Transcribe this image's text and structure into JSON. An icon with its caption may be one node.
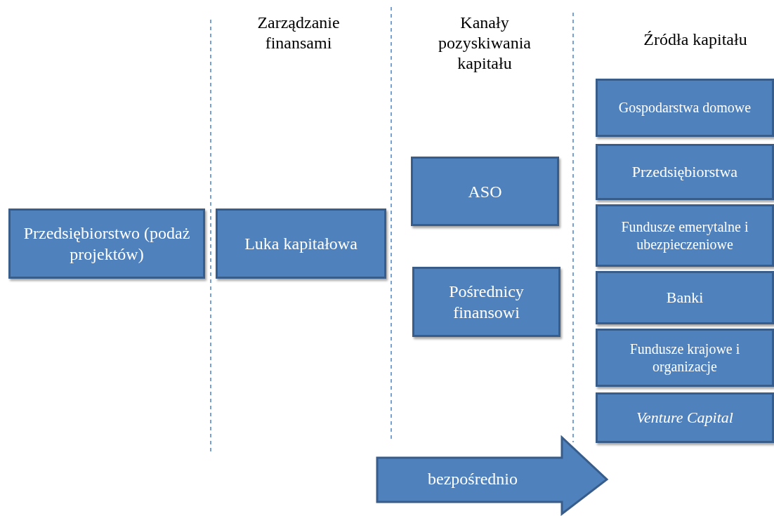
{
  "diagram": {
    "nodes": [
      {
        "text": [
          "Przedsiębiorstwo (podaż projektów)"
        ]
      },
      {
        "text": [
          "Luka kapitałowa"
        ]
      },
      {
        "text": [
          "ASO"
        ]
      },
      {
        "text": [
          "Pośrednicy finansowi"
        ]
      },
      {
        "text": [
          "Gospodarstwa domowe"
        ]
      },
      {
        "text": [
          "Przedsiębiorstwa"
        ]
      },
      {
        "text": [
          "Fundusze emerytalne i ubezpieczeniowe"
        ]
      },
      {
        "text": [
          "Banki"
        ]
      },
      {
        "text": [
          "Fundusze krajowe i organizacje"
        ]
      },
      {
        "text": [
          "Venture Capital"
        ]
      },
      {
        "text": [
          "bezpośrednio"
        ]
      }
    ],
    "edges": [],
    "labels": [
      "Zarządzanie finansami",
      "Kanały pozyskiwania kapitału",
      "Źródła kapitału"
    ]
  }
}
